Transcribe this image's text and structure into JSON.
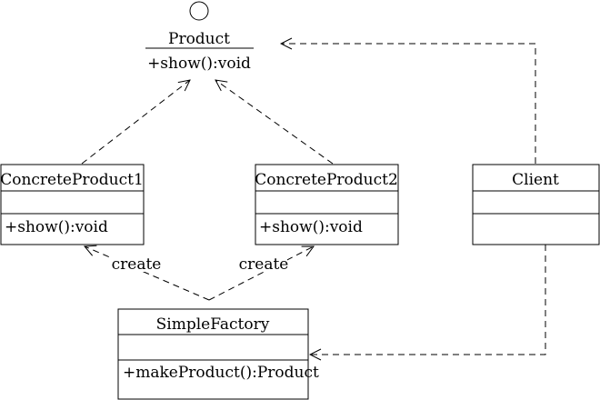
{
  "diagram": {
    "interface": {
      "name": "Product",
      "operation": "+show():void"
    },
    "classes": {
      "concrete_product_1": {
        "name": "ConcreteProduct1",
        "operation": "+show():void"
      },
      "concrete_product_2": {
        "name": "ConcreteProduct2",
        "operation": "+show():void"
      },
      "client": {
        "name": "Client"
      },
      "simple_factory": {
        "name": "SimpleFactory",
        "operation": "+makeProduct():Product"
      }
    },
    "relations": {
      "create_label_1": "create",
      "create_label_2": "create"
    }
  }
}
